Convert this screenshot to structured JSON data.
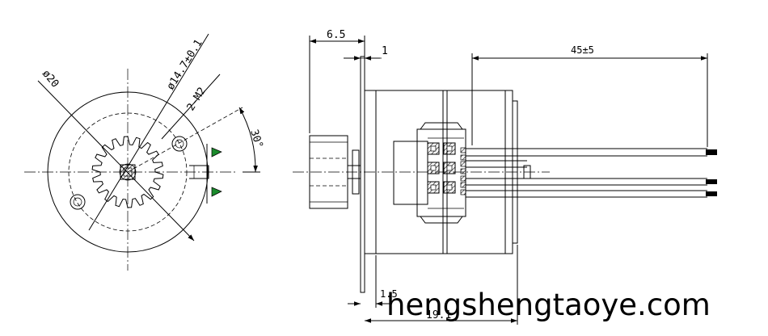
{
  "dimensions": {
    "body_dia": "ø20",
    "bolt_circle": "ø14.7±0.1",
    "holes": "2-M2",
    "angle": "30°",
    "gear_width": "6.5",
    "flange": "1",
    "lead_length": "45±5",
    "offset": "1.5",
    "body_length": "19.1"
  },
  "watermark": {
    "text": "hengshengtaoye.com"
  }
}
